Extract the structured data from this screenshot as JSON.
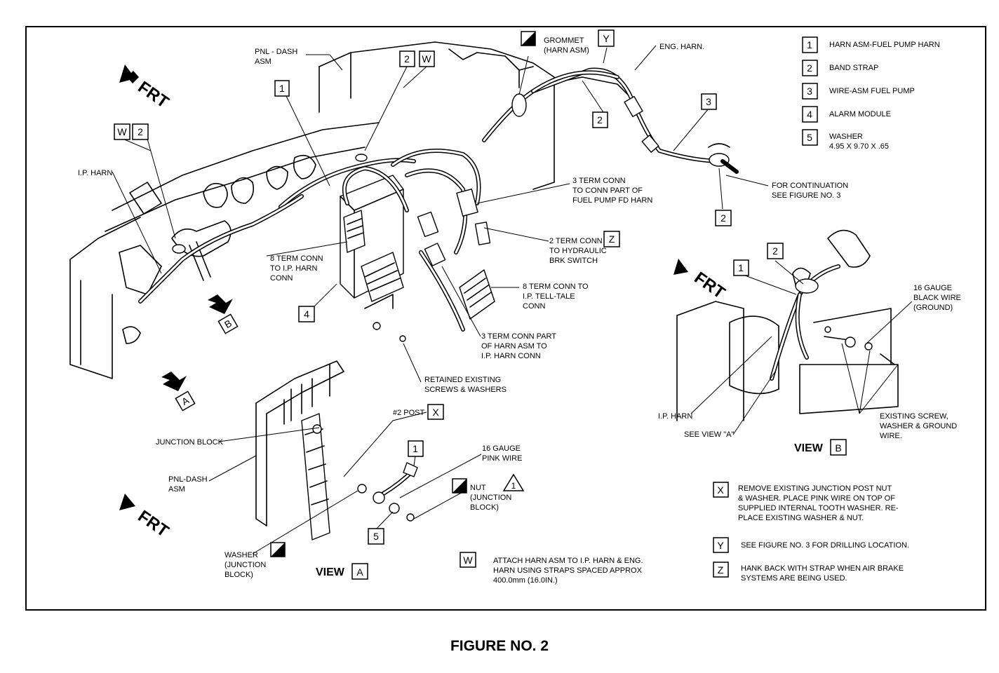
{
  "figure_caption": "FIGURE NO. 2",
  "legend": [
    {
      "key": "1",
      "text": "HARN ASM-FUEL PUMP HARN"
    },
    {
      "key": "2",
      "text": "BAND STRAP"
    },
    {
      "key": "3",
      "text": "WIRE-ASM FUEL PUMP"
    },
    {
      "key": "4",
      "text": "ALARM MODULE"
    },
    {
      "key": "5",
      "text": "WASHER",
      "sub": "4.95 X 9.70 X .65"
    }
  ],
  "notes": [
    {
      "key": "X",
      "lines": [
        "REMOVE EXISTING JUNCTION POST NUT",
        "& WASHER. PLACE PINK WIRE ON TOP OF",
        "SUPPLIED INTERNAL TOOTH WASHER. RE-",
        "PLACE EXISTING WASHER & NUT."
      ]
    },
    {
      "key": "Y",
      "lines": [
        "SEE FIGURE NO. 3 FOR DRILLING LOCATION."
      ]
    },
    {
      "key": "Z",
      "lines": [
        "HANK BACK WITH STRAP WHEN AIR BRAKE",
        "SYSTEMS ARE BEING USED."
      ]
    },
    {
      "key": "W",
      "lines": [
        "ATTACH HARN ASM TO I.P. HARN & ENG.",
        "HARN USING STRAPS SPACED APPROX",
        "400.0mm (16.0IN.)"
      ]
    }
  ],
  "labels": {
    "pnl_dash_asm": [
      "PNL - DASH",
      "ASM"
    ],
    "grommet": [
      "GROMMET",
      "(HARN ASM)"
    ],
    "eng_harn": "ENG. HARN.",
    "ip_harn_main": "I.P. HARN",
    "term3_fuel": [
      "3 TERM CONN",
      "TO CONN PART OF",
      "FUEL PUMP FD HARN"
    ],
    "for_continuation": [
      "FOR CONTINUATION",
      "SEE FIGURE NO. 3"
    ],
    "term2_hydraulic": [
      "2 TERM CONN",
      "TO HYDRAULIC",
      "BRK SWITCH"
    ],
    "term8_ip": [
      "8 TERM CONN",
      "TO I.P. HARN",
      "CONN"
    ],
    "term8_telltale": [
      "8 TERM CONN TO",
      "I.P. TELL-TALE",
      "CONN"
    ],
    "term3_part": [
      "3 TERM CONN PART",
      "OF HARN ASM TO",
      "I.P. HARN CONN"
    ],
    "retained_screws": [
      "RETAINED EXISTING",
      "SCREWS & WASHERS"
    ],
    "post2": "#2 POST",
    "junction_block": "JUNCTION BLOCK",
    "pnl_dash_asm_a": [
      "PNL-DASH",
      "ASM"
    ],
    "pink_wire": [
      "16 GAUGE",
      "PINK WIRE"
    ],
    "nut": [
      "NUT",
      "(JUNCTION",
      "BLOCK)"
    ],
    "washer_jb": [
      "WASHER",
      "(JUNCTION",
      "BLOCK)"
    ],
    "black_wire": [
      "16 GAUGE",
      "BLACK WIRE",
      "(GROUND)"
    ],
    "ip_harn_b": "I.P. HARN",
    "see_view_a": "SEE VIEW \"A\"",
    "existing_screw": [
      "EXISTING SCREW,",
      "WASHER & GROUND",
      "WIRE."
    ],
    "frt": "FRT",
    "view_word": "VIEW",
    "view_a_key": "A",
    "view_b_key": "B",
    "arrow_a": "A",
    "arrow_b": "B",
    "warning_number": "1"
  }
}
